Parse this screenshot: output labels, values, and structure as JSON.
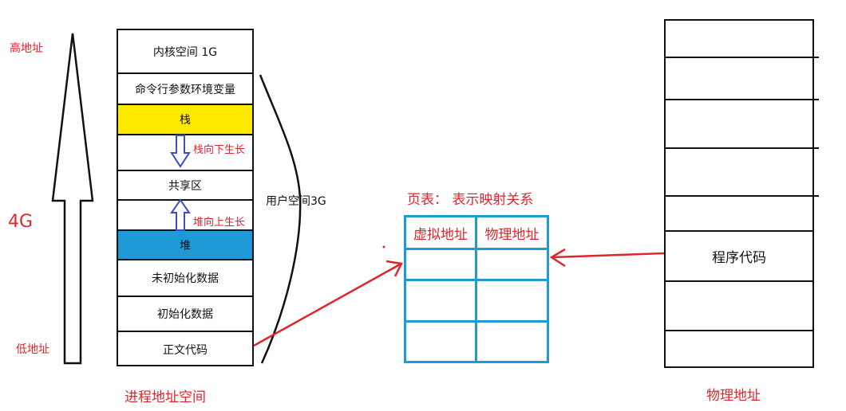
{
  "left_axis": {
    "high_label": "高地址",
    "size_label": "4G",
    "low_label": "低地址"
  },
  "vas": {
    "title": "进程地址空间",
    "segments": [
      {
        "label": "内核空间 1G",
        "fill": "#ffffff"
      },
      {
        "label": "命令行参数环境变量",
        "fill": "#ffffff"
      },
      {
        "label": "栈",
        "fill": "#ffeb00"
      },
      {
        "label": "",
        "fill": "#ffffff"
      },
      {
        "label": "共享区",
        "fill": "#ffffff"
      },
      {
        "label": "",
        "fill": "#ffffff"
      },
      {
        "label": "堆",
        "fill": "#1e9bd7"
      },
      {
        "label": "未初始化数据",
        "fill": "#ffffff"
      },
      {
        "label": "初始化数据",
        "fill": "#ffffff"
      },
      {
        "label": "正文代码",
        "fill": "#ffffff"
      }
    ],
    "stack_growth": "栈向下生长",
    "heap_growth": "堆向上生长",
    "user_space_label": "用户空间3G"
  },
  "page_table": {
    "title": "页表： 表示映射关系",
    "headers": [
      "虚拟地址",
      "物理地址"
    ],
    "rows": [
      [
        "",
        ""
      ],
      [
        "",
        ""
      ],
      [
        "",
        ""
      ]
    ]
  },
  "physical": {
    "title": "物理地址",
    "program_code": "程序代码"
  },
  "colors": {
    "red": "#e0262b",
    "arrow_blue": "#3b4fc4",
    "table_blue": "#1e9bd7",
    "stack_yellow": "#ffeb00"
  }
}
